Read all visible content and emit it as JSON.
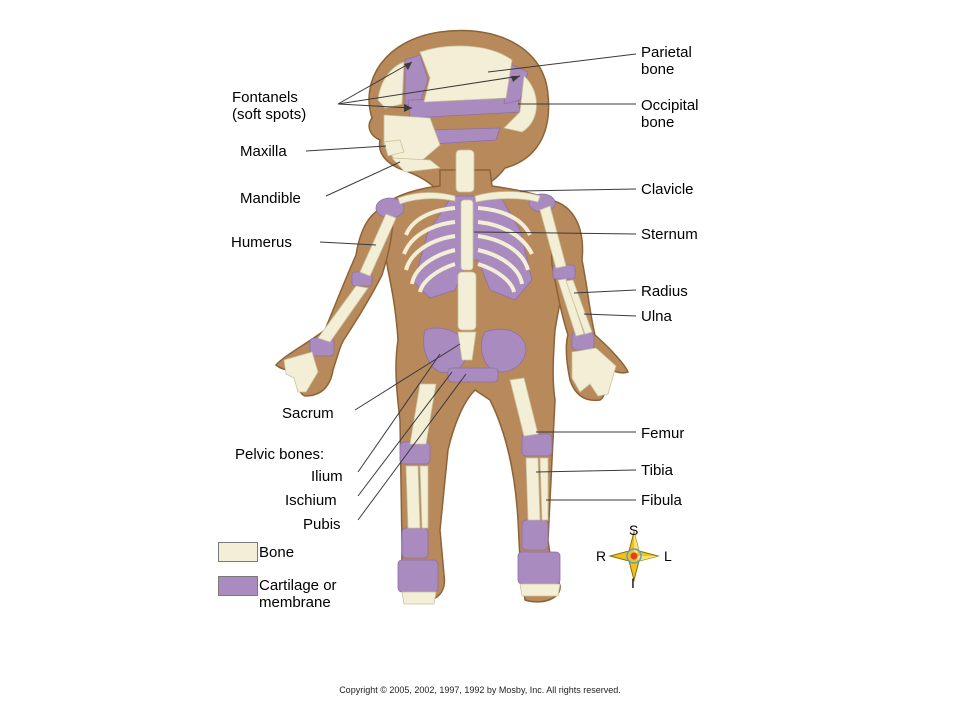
{
  "colors": {
    "skin": "#b8895a",
    "skin_outline": "#8c6338",
    "bone": "#f3efd6",
    "cartilage": "#a98bbf",
    "line": "#3a3a3a"
  },
  "labels": {
    "parietal_1": "Parietal",
    "parietal_2": "bone",
    "fontanels_1": "Fontanels",
    "fontanels_2": "(soft spots)",
    "occipital_1": "Occipital",
    "occipital_2": "bone",
    "maxilla": "Maxilla",
    "mandible": "Mandible",
    "clavicle": "Clavicle",
    "humerus": "Humerus",
    "sternum": "Sternum",
    "radius": "Radius",
    "ulna": "Ulna",
    "sacrum": "Sacrum",
    "pelvic_bones": "Pelvic bones:",
    "ilium": "Ilium",
    "ischium": "Ischium",
    "pubis": "Pubis",
    "femur": "Femur",
    "tibia": "Tibia",
    "fibula": "Fibula"
  },
  "legend": {
    "bone": "Bone",
    "cartilage_1": "Cartilage or",
    "cartilage_2": "membrane"
  },
  "compass": {
    "superior": "S",
    "inferior": "I",
    "right": "R",
    "left": "L",
    "icon": "compass-star-icon"
  },
  "copyright": "Copyright © 2005, 2002, 1997, 1992 by Mosby, Inc. All rights reserved."
}
